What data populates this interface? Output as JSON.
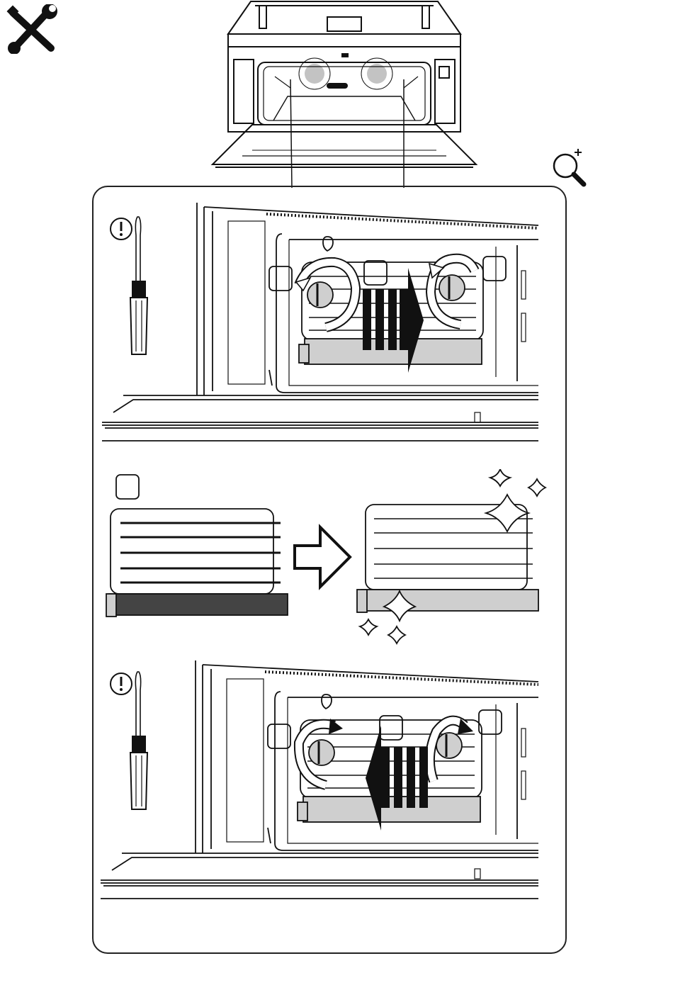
{
  "page": {
    "background": "#ffffff"
  },
  "colors": {
    "line": "#111111",
    "fill_dark": "#111111",
    "fill_mid": "#444444",
    "fill_light": "#cfcfcf",
    "panel_border": "#222222"
  },
  "icons": {
    "tools": "wrench-screwdriver",
    "zoom": "magnifier-plus",
    "caution": "exclamation-circle",
    "screwdriver": "screwdriver",
    "rotate_arrow": "circular-arrow",
    "direction_arrow": "block-arrow",
    "sparkle": "four-point-star"
  },
  "steps": [
    {
      "id": "remove",
      "rotation": "counter-clockwise",
      "movement": "pull-out"
    },
    {
      "id": "clean",
      "transition": "hollow-arrow-right"
    },
    {
      "id": "refit",
      "rotation": "clockwise",
      "movement": "push-in"
    }
  ]
}
